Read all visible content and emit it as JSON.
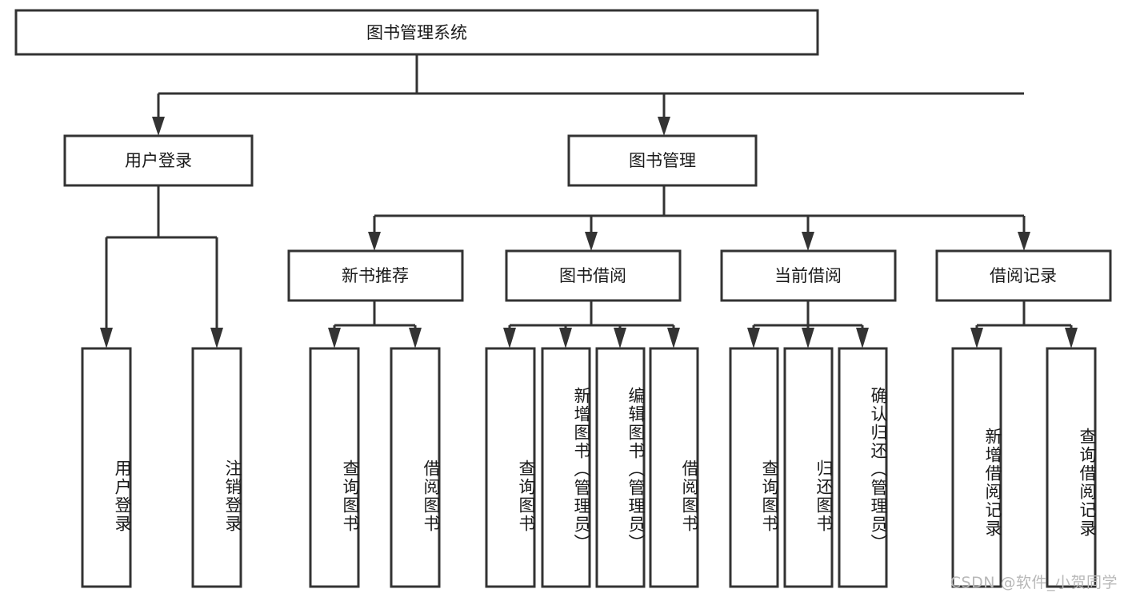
{
  "diagram": {
    "title": "图书管理系统",
    "type": "hierarchy-tree",
    "watermark": "CSDN @软件_小贺同学",
    "colors": {
      "stroke": "#333333",
      "fill": "#ffffff",
      "text": "#1a1a1a",
      "watermark": "#b8b8b8",
      "background": "#ffffff"
    },
    "root": {
      "label": "图书管理系统"
    },
    "level2": [
      {
        "label": "用户登录"
      },
      {
        "label": "图书管理"
      }
    ],
    "level3": [
      {
        "label": "新书推荐"
      },
      {
        "label": "图书借阅"
      },
      {
        "label": "当前借阅"
      },
      {
        "label": "借阅记录"
      }
    ],
    "leaves_user_login": [
      {
        "label": "用户登录"
      },
      {
        "label": "注销登录"
      }
    ],
    "leaves_new_book": [
      {
        "label": "查询图书"
      },
      {
        "label": "借阅图书"
      }
    ],
    "leaves_borrow": [
      {
        "label": "查询图书"
      },
      {
        "label": "新增图书（管理员）"
      },
      {
        "label": "编辑图书（管理员）"
      },
      {
        "label": "借阅图书"
      }
    ],
    "leaves_current": [
      {
        "label": "查询图书"
      },
      {
        "label": "归还图书"
      },
      {
        "label": "确认归还（管理员）"
      }
    ],
    "leaves_records": [
      {
        "label": "新增借阅记录"
      },
      {
        "label": "查询借阅记录"
      }
    ]
  }
}
